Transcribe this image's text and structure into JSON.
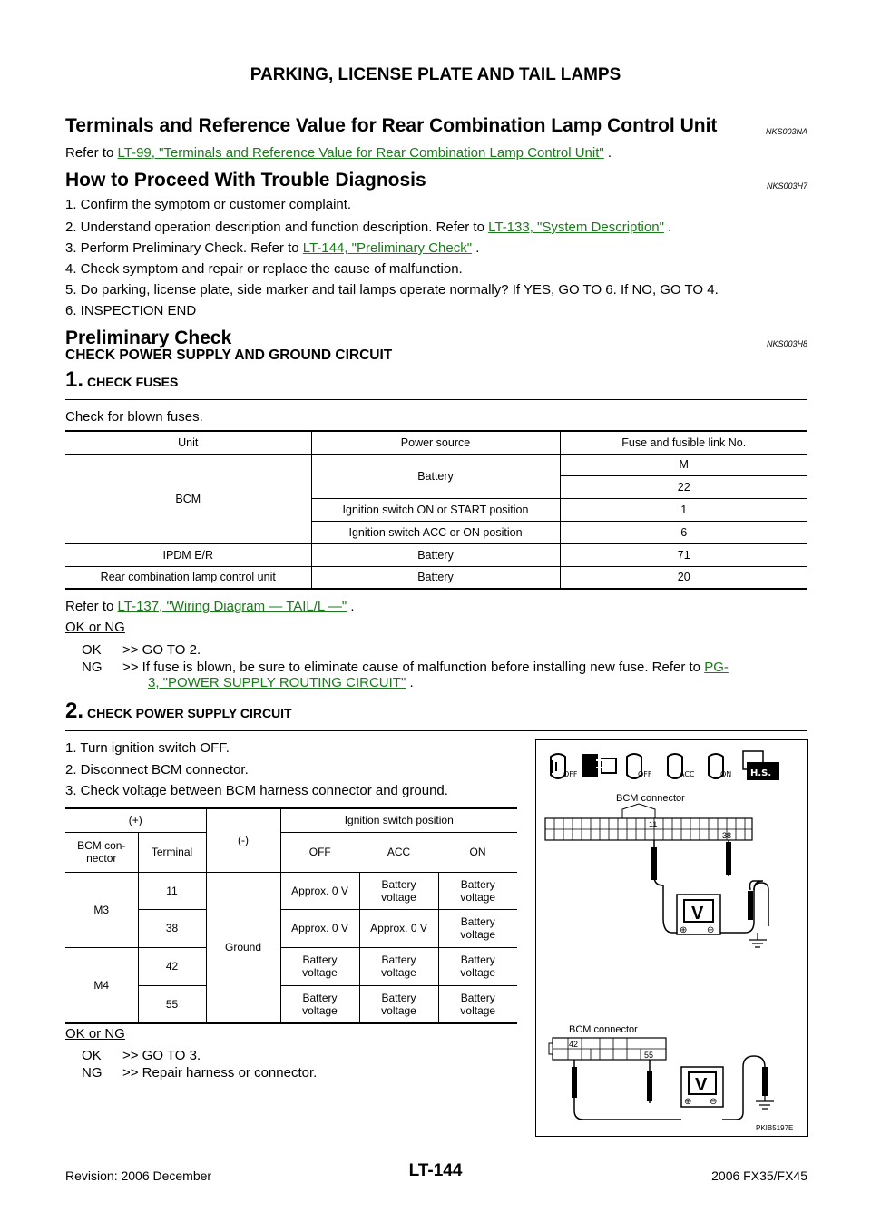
{
  "header": {
    "title": "PARKING, LICENSE PLATE AND TAIL LAMPS"
  },
  "sec1": {
    "title": "Terminals and Reference Value for Rear Combination Lamp Control Unit",
    "code": "NKS003NA",
    "text_pre": "Refer to ",
    "link": "LT-99, \"Terminals and Reference Value for Rear Combination Lamp Control Unit\"",
    "text_post": " ."
  },
  "sec2": {
    "title": "How to Proceed With Trouble Diagnosis",
    "code": "NKS003H7",
    "items": [
      {
        "pre": "1.  Confirm the symptom or customer complaint.",
        "link": "",
        "post": ""
      },
      {
        "pre": "2.  Understand operation description and function description. Refer to ",
        "link": "LT-133, \"System Description\"",
        "post": " ."
      },
      {
        "pre": "3.  Perform Preliminary Check. Refer to ",
        "link": "LT-144, \"Preliminary Check\"",
        "post": " ."
      },
      {
        "pre": "4.  Check symptom and repair or replace the cause of malfunction.",
        "link": "",
        "post": ""
      },
      {
        "pre": "5.  Do parking, license plate, side marker and tail lamps operate normally? If YES, GO TO 6. If NO, GO TO 4.",
        "link": "",
        "post": ""
      },
      {
        "pre": "6.  INSPECTION END",
        "link": "",
        "post": ""
      }
    ]
  },
  "sec3": {
    "title": "Preliminary Check",
    "code": "NKS003H8",
    "subtitle": "CHECK POWER SUPPLY AND GROUND CIRCUIT"
  },
  "step1": {
    "num": "1.",
    "label": "CHECK FUSES",
    "text": "Check for blown fuses.",
    "table": {
      "headers": [
        "Unit",
        "Power source",
        "Fuse and fusible link No."
      ],
      "bcm_unit": "BCM",
      "battery": "Battery",
      "fuse_m": "M",
      "fuse_22": "22",
      "ign_on_start": "Ignition switch ON or START position",
      "fuse_1": "1",
      "ign_acc_on": "Ignition switch ACC or ON position",
      "fuse_6": "6",
      "ipdm": "IPDM E/R",
      "fuse_71": "71",
      "rear_unit": "Rear combination lamp control unit",
      "fuse_20": "20"
    },
    "refer_pre": "Refer to ",
    "refer_link": "LT-137, \"Wiring Diagram — TAIL/L —\"",
    "refer_post": " .",
    "okng": "OK or NG",
    "ok_key": "OK",
    "ok_val": ">> GO TO 2.",
    "ng_key": "NG",
    "ng_val": ">> If fuse is blown, be sure to eliminate cause of malfunction before installing new fuse. Refer to ",
    "ng_link1": "PG-",
    "ng_link2": "3, \"POWER SUPPLY ROUTING CIRCUIT\"",
    "ng_post": " ."
  },
  "step2": {
    "num": "2.",
    "label": "CHECK POWER SUPPLY CIRCUIT",
    "items": [
      "1.  Turn ignition switch OFF.",
      "2.  Disconnect BCM connector.",
      "3.  Check voltage between BCM harness connector and ground."
    ],
    "table": {
      "plus": "(+)",
      "minus": "(-)",
      "ign_pos": "Ignition switch position",
      "bcm_con1": "BCM con-",
      "bcm_con2": "nector",
      "terminal": "Terminal",
      "off": "OFF",
      "acc": "ACC",
      "on": "ON",
      "m3": "M3",
      "m4": "M4",
      "t11": "11",
      "t38": "38",
      "t42": "42",
      "t55": "55",
      "ground": "Ground",
      "approx0": "Approx. 0 V",
      "batt1": "Battery",
      "batt2": "voltage"
    },
    "okng": "OK or NG",
    "ok_key": "OK",
    "ok_val": ">> GO TO 3.",
    "ng_key": "NG",
    "ng_val": ">> Repair harness or connector."
  },
  "figure": {
    "connector_label_1": "BCM connector",
    "connector_label_2": "BCM connector",
    "pin_11": "11",
    "pin_38": "38",
    "pin_42": "42",
    "pin_55": "55",
    "meter": "V",
    "plus": "⊕",
    "minus": "⊖",
    "key_off": "OFF",
    "key_off2": "OFF",
    "key_acc": "ACC",
    "key_on": "ON",
    "hs": "H.S.",
    "code": "PKIB5197E"
  },
  "footer": {
    "revision": "Revision: 2006 December",
    "page": "LT-144",
    "model": "2006 FX35/FX45"
  }
}
